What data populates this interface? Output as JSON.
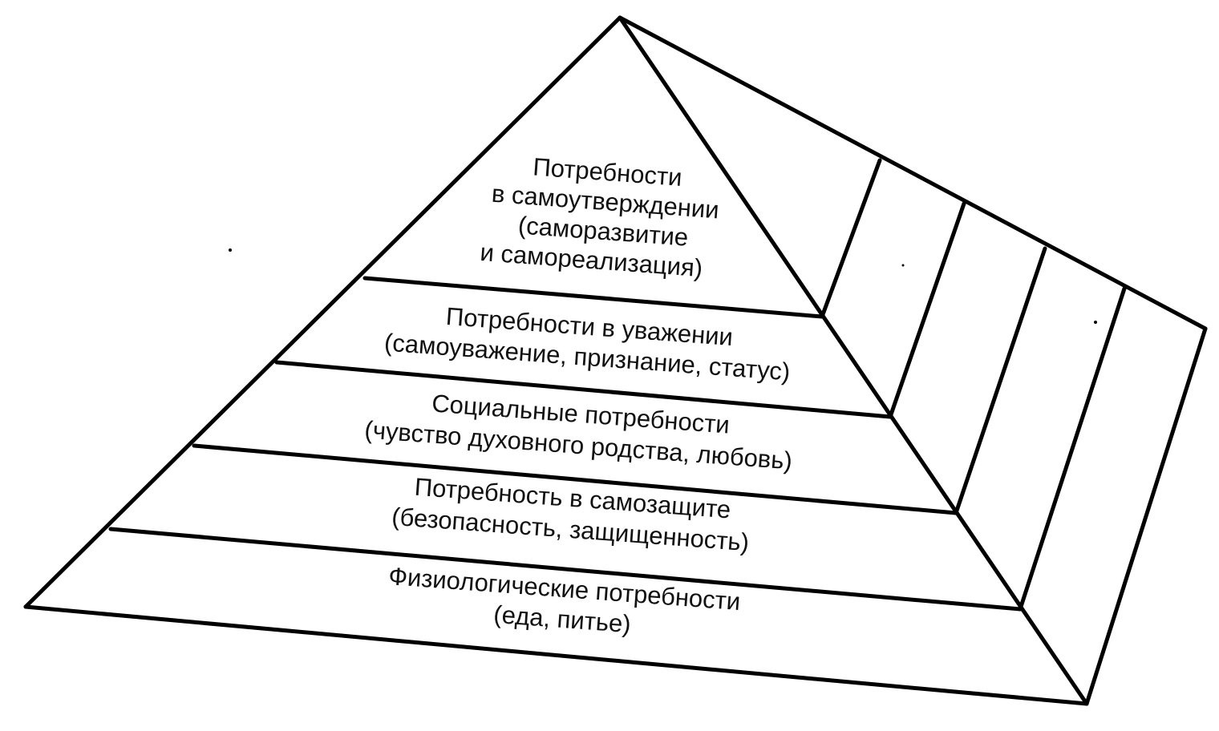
{
  "diagram": {
    "type": "pyramid",
    "levels": [
      {
        "id": "self-actualization",
        "lines": [
          "Потребности",
          "в самоутверждении",
          "(саморазвитие",
          "и самореализация)"
        ]
      },
      {
        "id": "esteem",
        "lines": [
          "Потребности в уважении",
          "(самоуважение, признание, статус)"
        ]
      },
      {
        "id": "social",
        "lines": [
          "Социальные потребности",
          "(чувство духовного родства, любовь)"
        ]
      },
      {
        "id": "safety",
        "lines": [
          "Потребность в самозащите",
          "(безопасность, защищенность)"
        ]
      },
      {
        "id": "physiological",
        "lines": [
          "Физиологические потребности",
          "(еда, питье)"
        ]
      }
    ]
  }
}
